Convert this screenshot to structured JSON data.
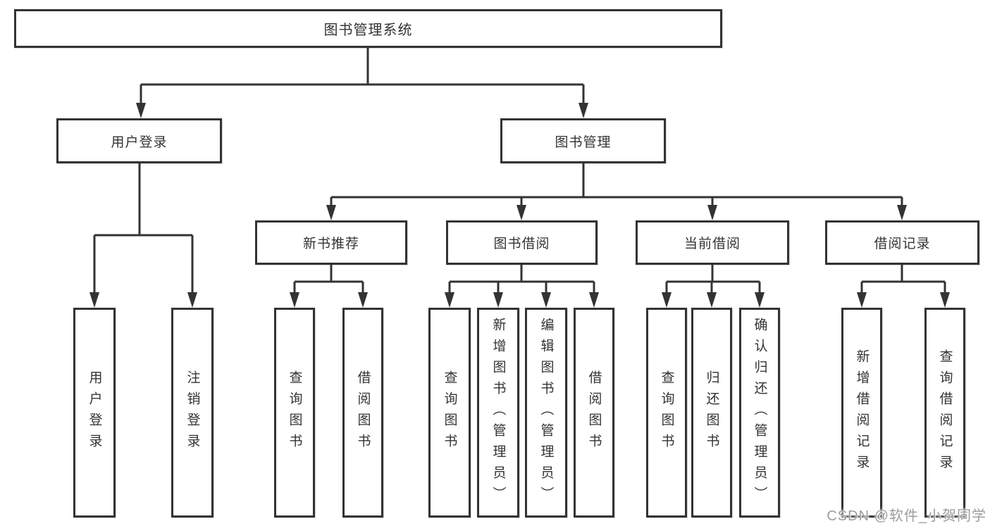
{
  "diagram": {
    "root": "图书管理系统",
    "level2": [
      {
        "label": "用户登录",
        "leaves": [
          "用户登录",
          "注销登录"
        ]
      },
      {
        "label": "图书管理"
      }
    ],
    "level3": [
      {
        "label": "新书推荐",
        "leaves": [
          "查询图书",
          "借阅图书"
        ]
      },
      {
        "label": "图书借阅",
        "leaves": [
          "查询图书",
          "新增图书（管理员）",
          "编辑图书（管理员）",
          "借阅图书"
        ]
      },
      {
        "label": "当前借阅",
        "leaves": [
          "查询图书",
          "归还图书",
          "确认归还（管理员）"
        ]
      },
      {
        "label": "借阅记录",
        "leaves": [
          "新增借阅记录",
          "查询借阅记录"
        ]
      }
    ]
  },
  "watermark": "CSDN @软件_小贺同学",
  "colors": {
    "line": "#333333",
    "box_border": "#333333",
    "box_fill": "#ffffff",
    "text": "#333333",
    "watermark": "#949494"
  }
}
